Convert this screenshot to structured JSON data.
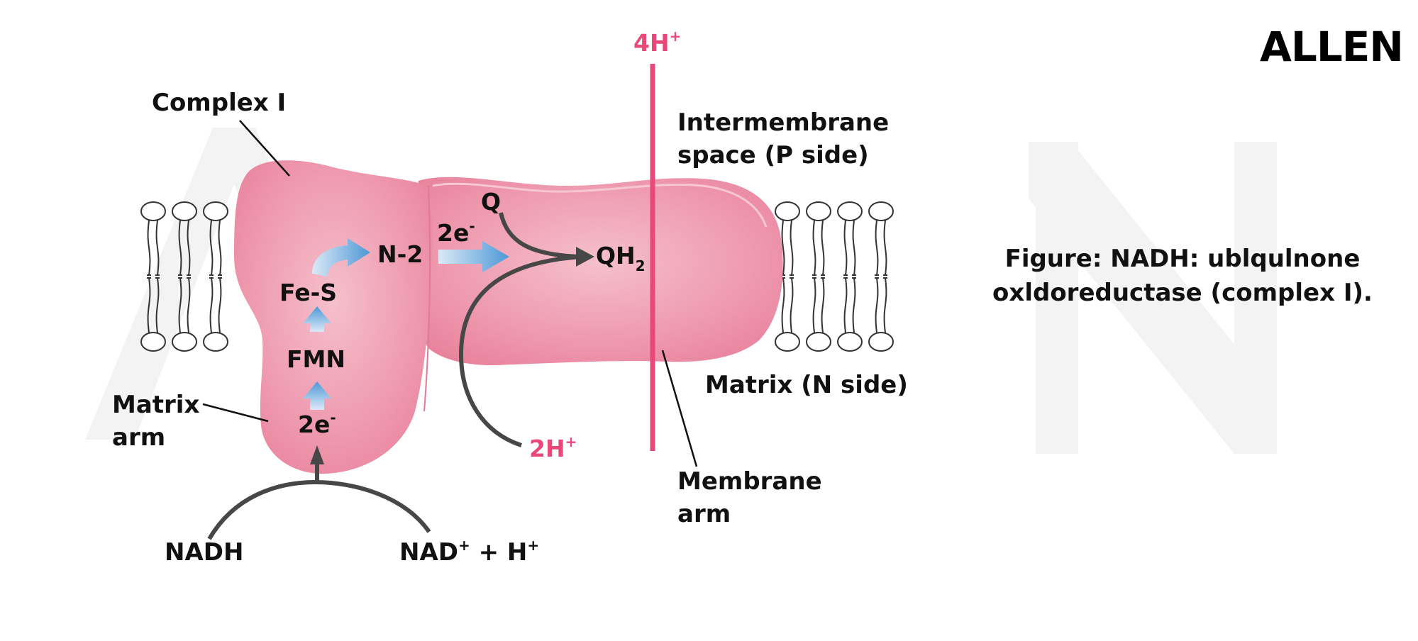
{
  "brand": {
    "name": "ALLEN"
  },
  "labels": {
    "complex": "Complex I",
    "proton_top": "4H",
    "proton_top_sup": "+",
    "intermembrane_l1": "Intermembrane",
    "intermembrane_l2": "space (P side)",
    "q": "Q",
    "electrons_mid": "2e",
    "electrons_mid_sup": "-",
    "n2": "N-2",
    "qh2": "QH",
    "qh2_sub": "2",
    "fes": "Fe-S",
    "fmn": "FMN",
    "electrons_low": "2e",
    "electrons_low_sup": "-",
    "matrix_arm_l1": "Matrix",
    "matrix_arm_l2": "arm",
    "matrix_side": "Matrix (N side)",
    "proton_low": "2H",
    "proton_low_sup": "+",
    "membrane_arm_l1": "Membrane",
    "membrane_arm_l2": "arm",
    "nadh": "NADH",
    "nad": "NAD",
    "nad_sup": "+",
    "nad_plus": " + H",
    "nad_plus_sup": "+"
  },
  "caption": {
    "line1": "Figure: NADH: ublqulnone",
    "line2": "oxldoreductase (complex I)."
  },
  "colors": {
    "protein": "#ee8fa7",
    "protein_light": "#f4b6c4",
    "membrane_line": "#e8487a",
    "arrow_dark": "#474747",
    "arrow_blue": "#5aa0d8"
  }
}
